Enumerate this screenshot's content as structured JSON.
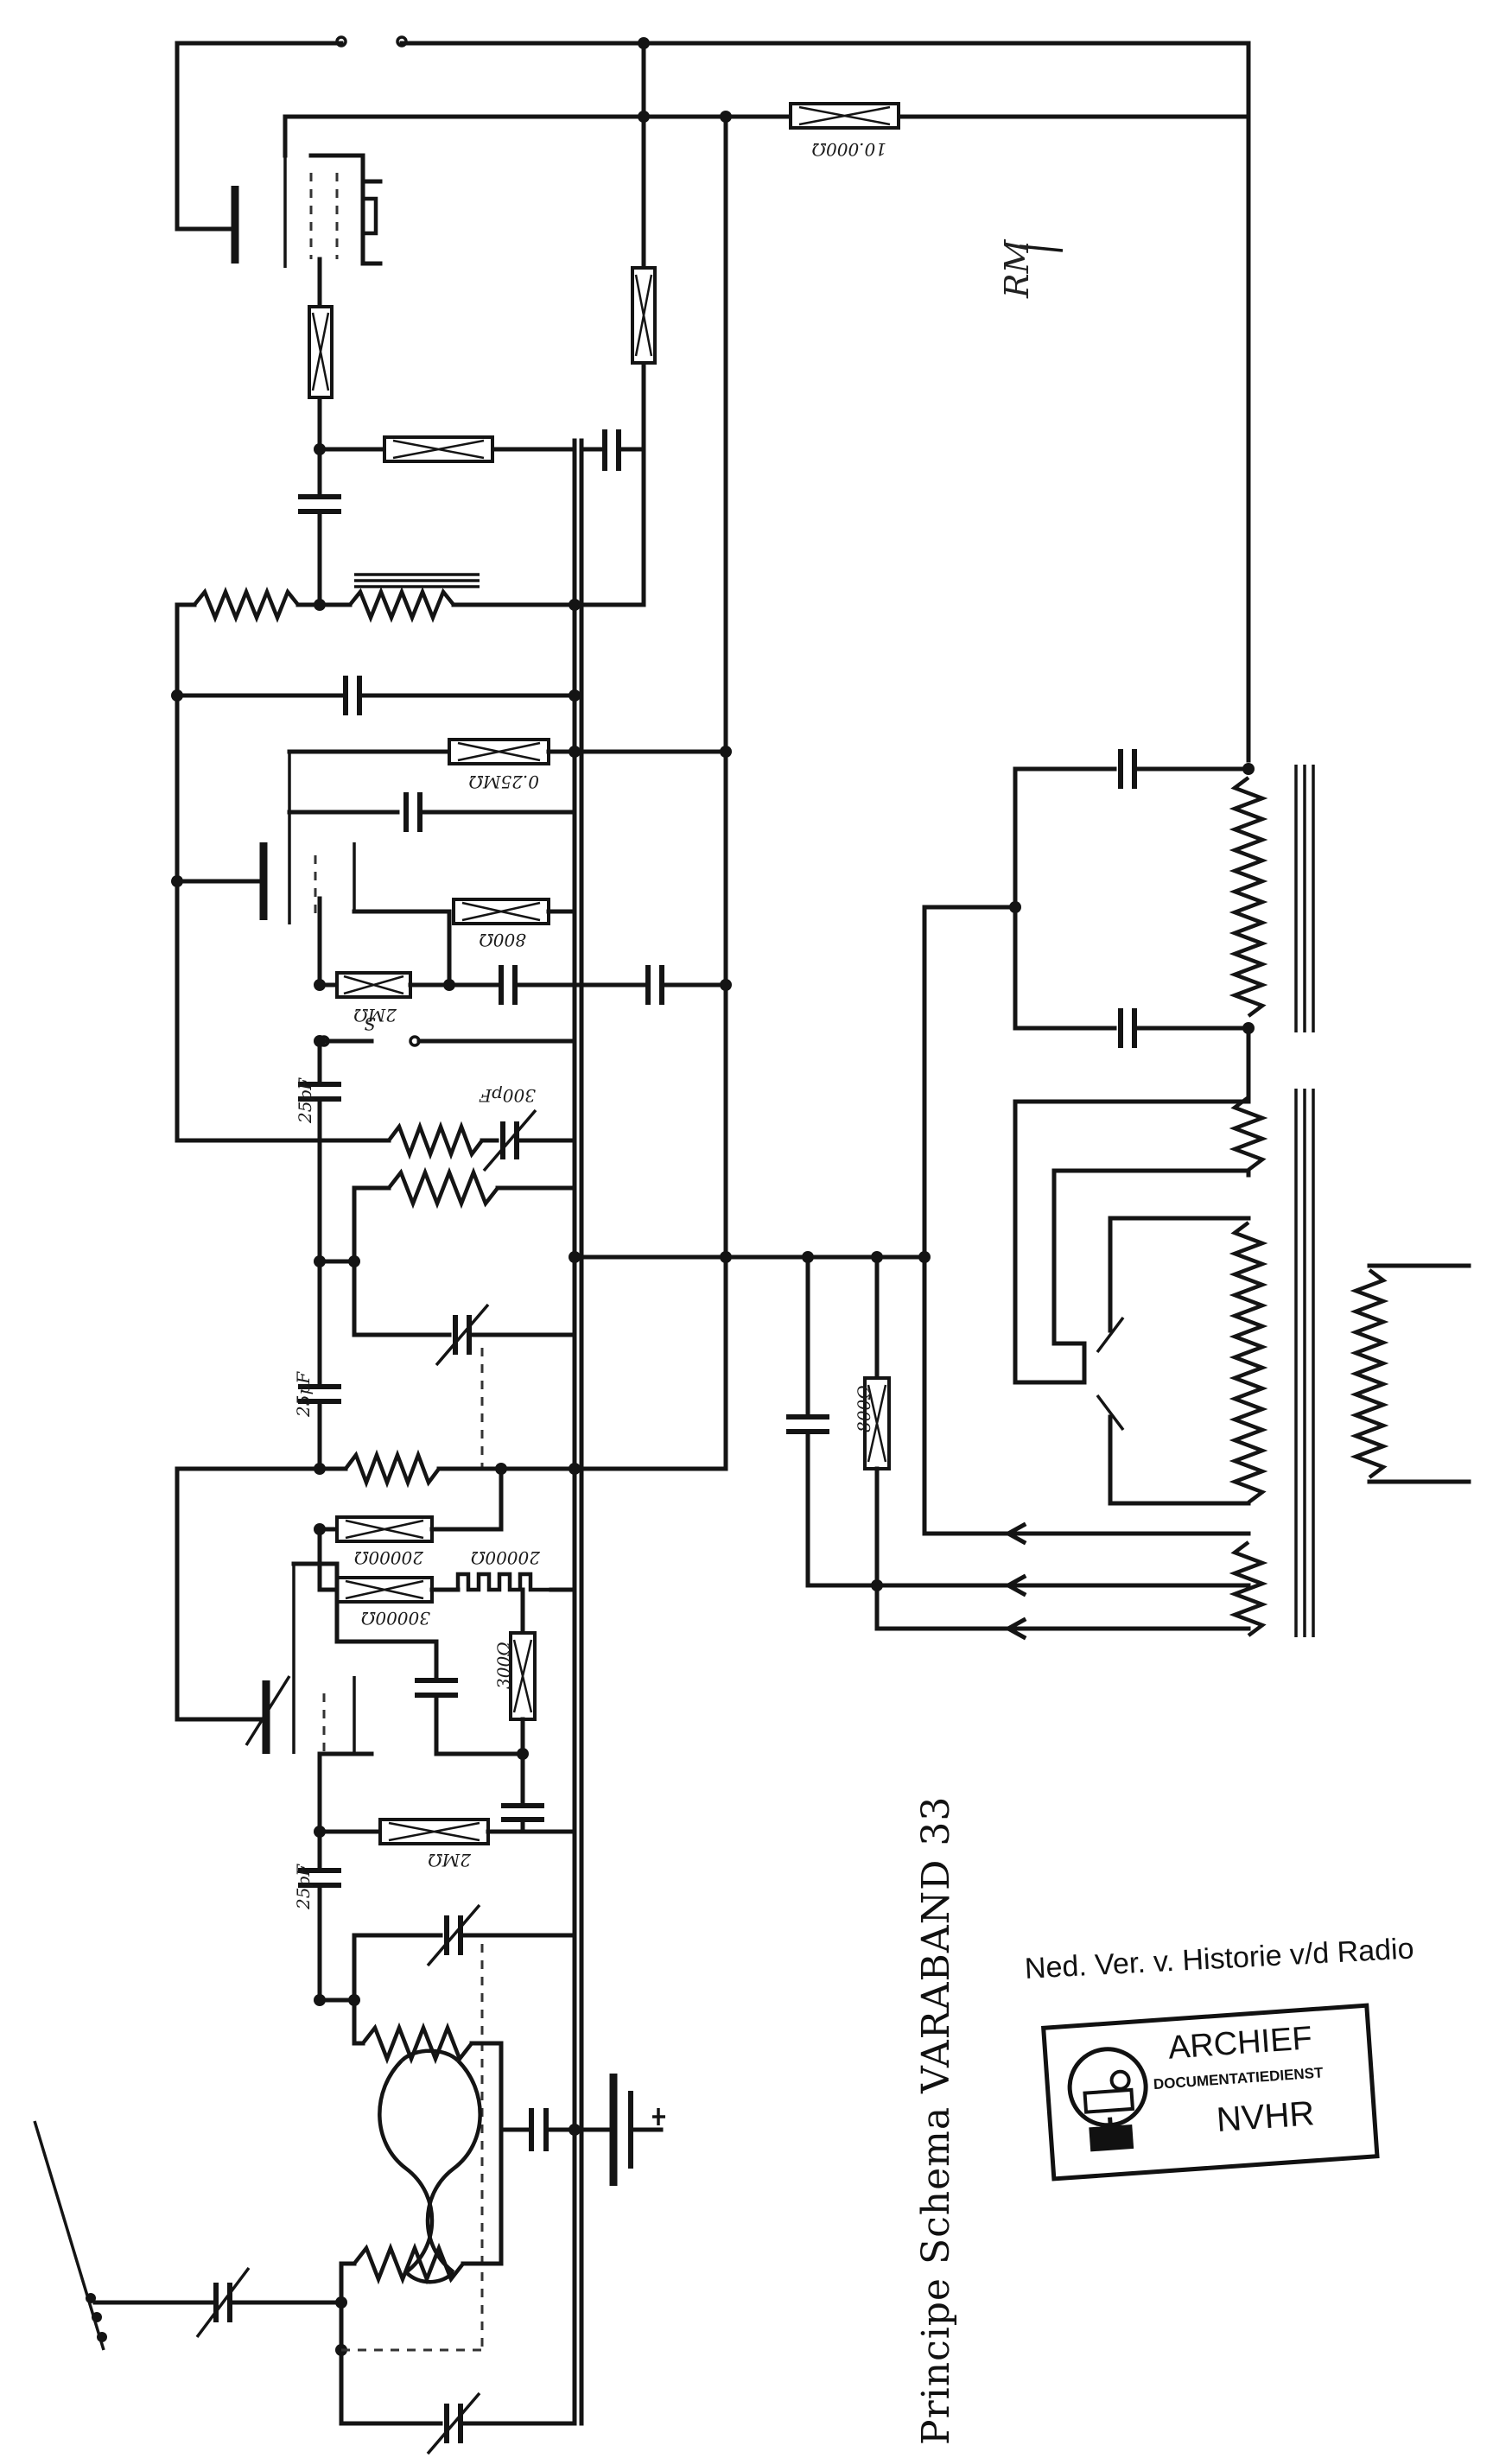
{
  "title": "Principe Schema VARABAND 33",
  "organisation": "Ned. Ver. v. Historie v/d Radio",
  "stamp": {
    "line1": "ARCHIEF",
    "line2": "DOCUMENTATIEDIENST",
    "line3": "NVHR"
  },
  "monogram": "RM",
  "component_labels": {
    "r_top": "10.000Ω",
    "r_screen": "0.25MΩ",
    "r_cathode1": "800Ω",
    "r_grid2": "2MΩ",
    "c_reaction": "300pF",
    "c_coupling1": "25pF",
    "c_coupling2": "25pF",
    "c_coupling3": "25pF",
    "r_a": "20000Ω",
    "r_b": "30000Ω",
    "r_c": "20000Ω",
    "r_d": "300Ω",
    "r_grid1": "2MΩ",
    "r_filter": "800Ω",
    "switch": "S"
  }
}
